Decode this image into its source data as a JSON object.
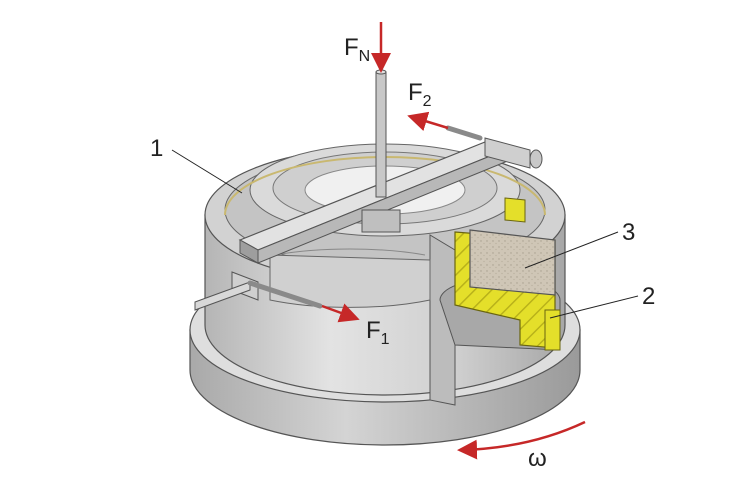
{
  "labels": {
    "force_normal": "F",
    "force_normal_sub": "N",
    "force_1": "F",
    "force_1_sub": "1",
    "force_2": "F",
    "force_2_sub": "2",
    "part_1": "1",
    "part_2": "2",
    "part_3": "3",
    "omega": "ω"
  },
  "colors": {
    "arrow": "#c62828",
    "metal_light": "#dcdcdc",
    "metal_mid": "#bdbdbd",
    "metal_dark": "#8e8e8e",
    "yellow_holder": "#e4df2a",
    "sample": "#cfc6b6"
  }
}
